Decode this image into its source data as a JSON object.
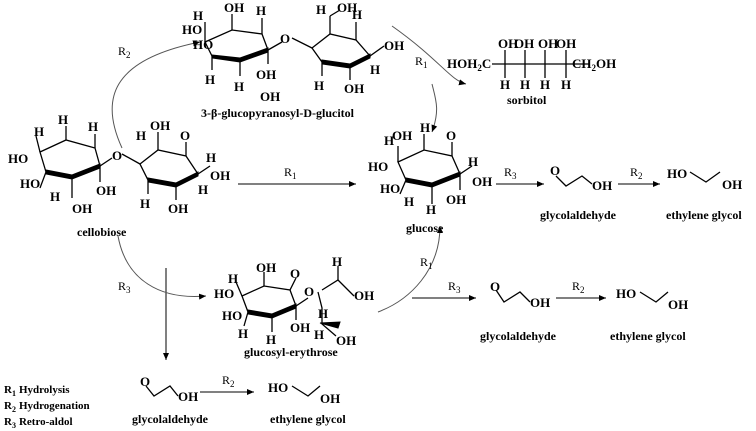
{
  "compounds": {
    "glucitol": "3-β-glucopyranosyl-D-glucitol",
    "sorbitol": "sorbitol",
    "cellobiose": "cellobiose",
    "glucose": "glucose",
    "glucosyl_erythrose": "glucosyl-erythrose",
    "glycolaldehyde": "glycolaldehyde",
    "ethylene_glycol": "ethylene glycol"
  },
  "reactions": {
    "r1": "R",
    "r2": "R",
    "r3": "R",
    "sub1": "1",
    "sub2": "2",
    "sub3": "3"
  },
  "legend": [
    {
      "code": "R",
      "sub": "1",
      "text": "Hydrolysis"
    },
    {
      "code": "R",
      "sub": "2",
      "text": "Hydrogenation"
    },
    {
      "code": "R",
      "sub": "3",
      "text": "Retro-aldol"
    }
  ],
  "atoms": {
    "oh": "OH",
    "ho": "HO",
    "h": "H",
    "o": "O",
    "sorbitol_left": "HOH",
    "sorbitol_left_sub": "2",
    "sorbitol_left_c": "C",
    "sorbitol_right": "CH",
    "sorbitol_right_sub": "2",
    "sorbitol_right_oh": "OH"
  }
}
